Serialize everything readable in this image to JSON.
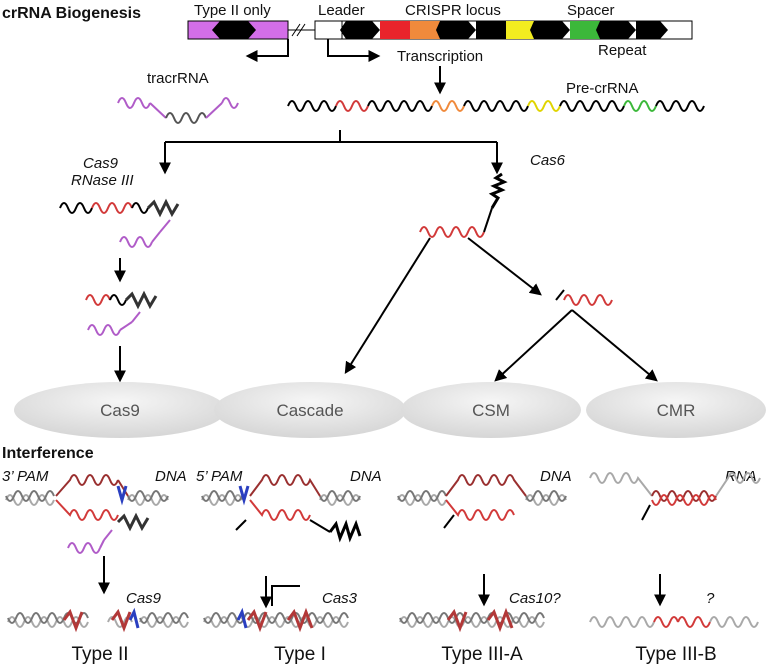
{
  "section_titles": {
    "biogenesis": "crRNA Biogenesis",
    "interference": "Interference"
  },
  "locus_labels": {
    "type2_only": "Type II only",
    "leader": "Leader",
    "crispr_locus": "CRISPR locus",
    "spacer": "Spacer",
    "repeat": "Repeat",
    "transcription": "Transcription",
    "tracrrna": "tracrRNA",
    "pre_crrna": "Pre-crRNA"
  },
  "enzymes": {
    "cas9_line1": "Cas9",
    "cas9_line2": "RNase III",
    "cas6": "Cas6"
  },
  "complexes": [
    "Cas9",
    "Cascade",
    "CSM",
    "CMR"
  ],
  "interference": {
    "panels": [
      {
        "pam": "3’ PAM",
        "target": "DNA",
        "nuclease": "Cas9",
        "type": "Type II"
      },
      {
        "pam": "5’ PAM",
        "target": "DNA",
        "nuclease": "Cas3",
        "type": "Type I"
      },
      {
        "pam": "",
        "target": "DNA",
        "nuclease": "Cas10?",
        "type": "Type III-A"
      },
      {
        "pam": "",
        "target": "RNA",
        "nuclease": "?",
        "type": "Type III-B"
      }
    ]
  },
  "colors": {
    "type2_block": "#d36ee8",
    "repeat": "#000000",
    "spacer_red": "#e8242b",
    "spacer_orange": "#f08a3c",
    "spacer_yellow": "#f2ec20",
    "spacer_green": "#3cb83a",
    "tracr": "#b05cc8",
    "crRNA": "#d23a3a",
    "dsDNA": "#a9a9a9",
    "pam_blue": "#2a3fc0",
    "complex_fill": "#e4e4e4"
  }
}
